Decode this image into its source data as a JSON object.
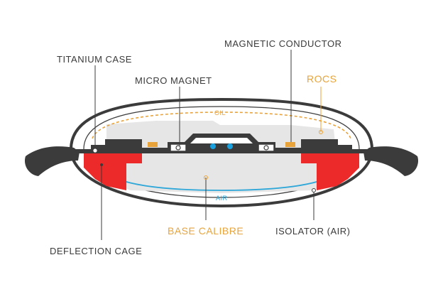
{
  "labels": {
    "titanium_case": "TITANIUM CASE",
    "magnetic_conductor": "MAGNETIC CONDUCTOR",
    "micro_magnet": "MICRO MAGNET",
    "rocs": "ROCS",
    "oil": "OIL",
    "air": "AIR",
    "base_calibre": "BASE CALIBRE",
    "isolator_air": "ISOLATOR (AIR)",
    "deflection_cage": "DEFLECTION CAGE"
  },
  "colors": {
    "case": "#3b3b3b",
    "interior": "#e6e6e6",
    "deflection_cage": "#ec2a2a",
    "oil_line": "#e8a33a",
    "air_line": "#2fa7d8",
    "text_dark": "#3a3a3a",
    "text_orange": "#e8a33a",
    "magnet_dot": "#1aa1df"
  }
}
